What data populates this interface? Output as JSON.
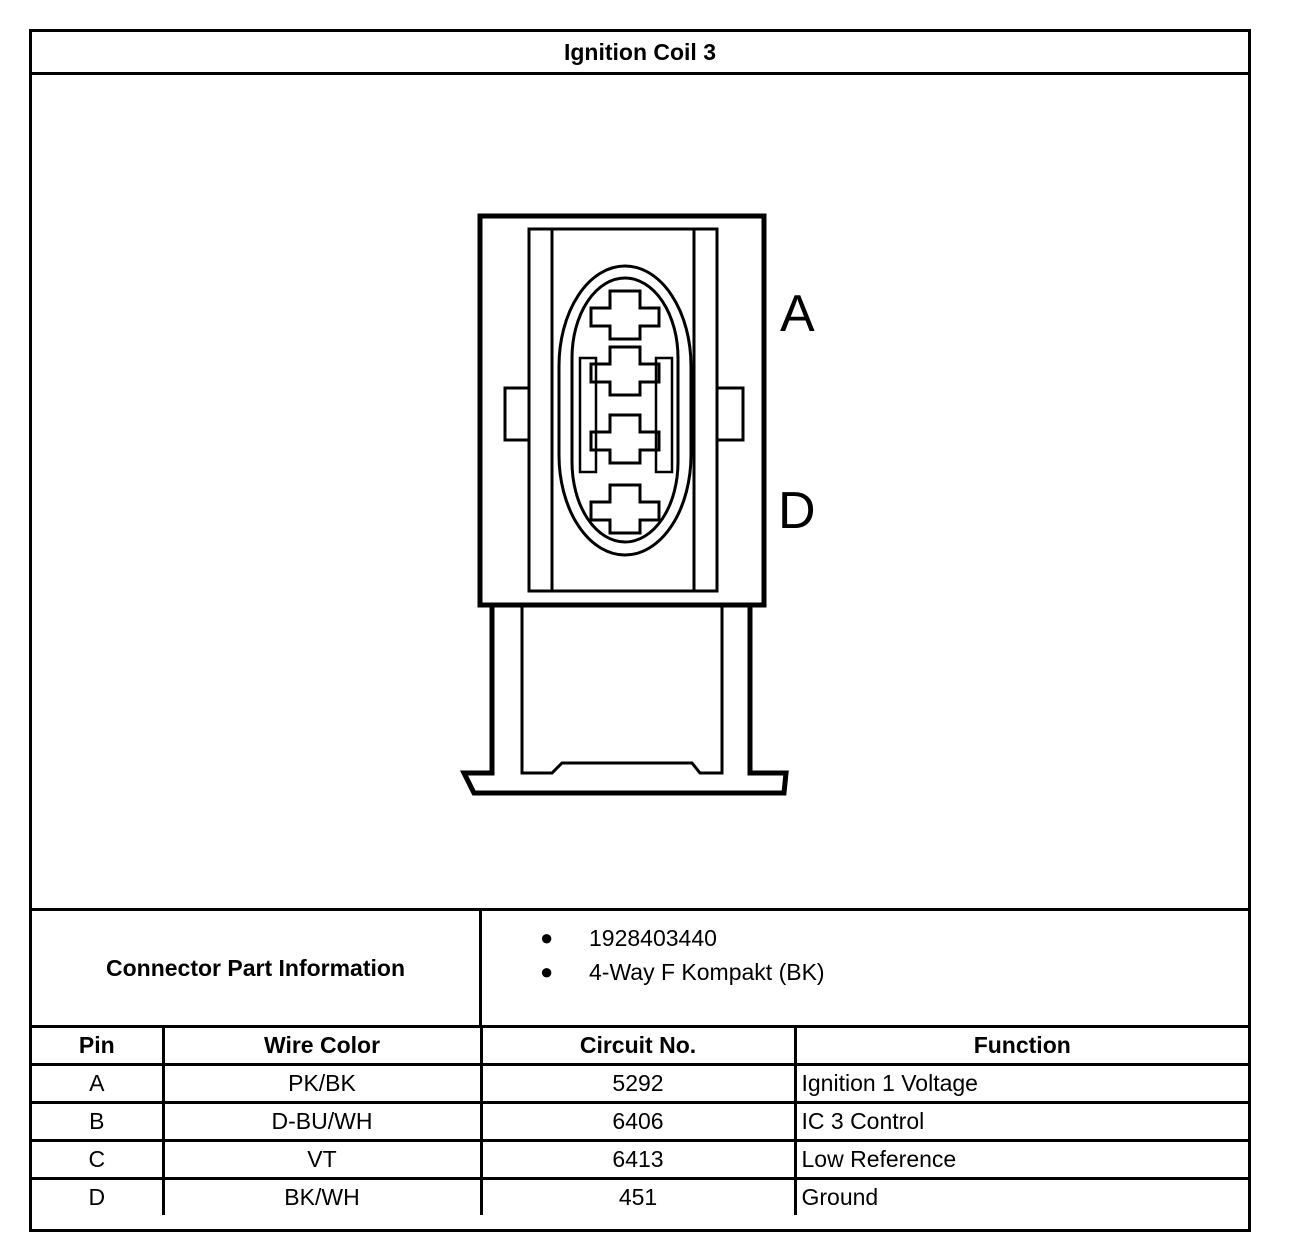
{
  "title": "Ignition Coil 3",
  "diagram": {
    "pin_labels": [
      "A",
      "D"
    ]
  },
  "connector_info": {
    "label": "Connector Part Information",
    "items": [
      "1928403440",
      "4-Way F Kompakt (BK)"
    ]
  },
  "pin_table": {
    "headers": {
      "pin": "Pin",
      "wire_color": "Wire Color",
      "circuit": "Circuit No.",
      "function": "Function"
    },
    "rows": [
      {
        "pin": "A",
        "wire_color": "PK/BK",
        "circuit": "5292",
        "function": "Ignition 1 Voltage"
      },
      {
        "pin": "B",
        "wire_color": "D-BU/WH",
        "circuit": "6406",
        "function": "IC 3 Control"
      },
      {
        "pin": "C",
        "wire_color": "VT",
        "circuit": "6413",
        "function": "Low Reference"
      },
      {
        "pin": "D",
        "wire_color": "BK/WH",
        "circuit": "451",
        "function": "Ground"
      }
    ]
  }
}
